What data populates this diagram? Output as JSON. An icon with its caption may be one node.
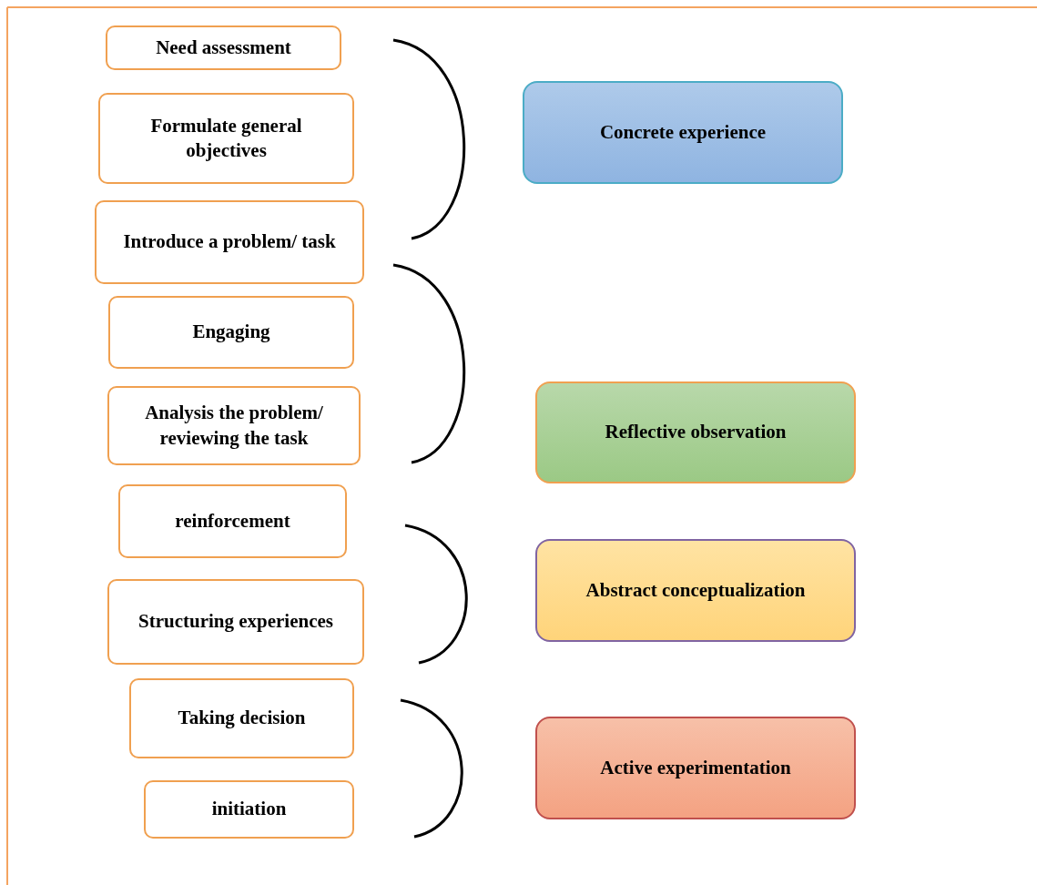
{
  "diagram": {
    "nodes": [
      {
        "text": [
          "Need assessment"
        ]
      },
      {
        "text": [
          "Formulate general objectives"
        ]
      },
      {
        "text": [
          "Introduce a problem/ task"
        ]
      },
      {
        "text": [
          "Engaging"
        ]
      },
      {
        "text": [
          "Analysis the problem/ reviewing the task"
        ]
      },
      {
        "text": [
          "reinforcement"
        ]
      },
      {
        "text": [
          "Structuring experiences"
        ]
      },
      {
        "text": [
          "Taking decision"
        ]
      },
      {
        "text": [
          "initiation"
        ]
      },
      {
        "text": [
          "Concrete experience"
        ]
      },
      {
        "text": [
          "Reflective observation"
        ]
      },
      {
        "text": [
          "Abstract conceptualization"
        ]
      },
      {
        "text": [
          "Active experimentation"
        ]
      }
    ]
  }
}
